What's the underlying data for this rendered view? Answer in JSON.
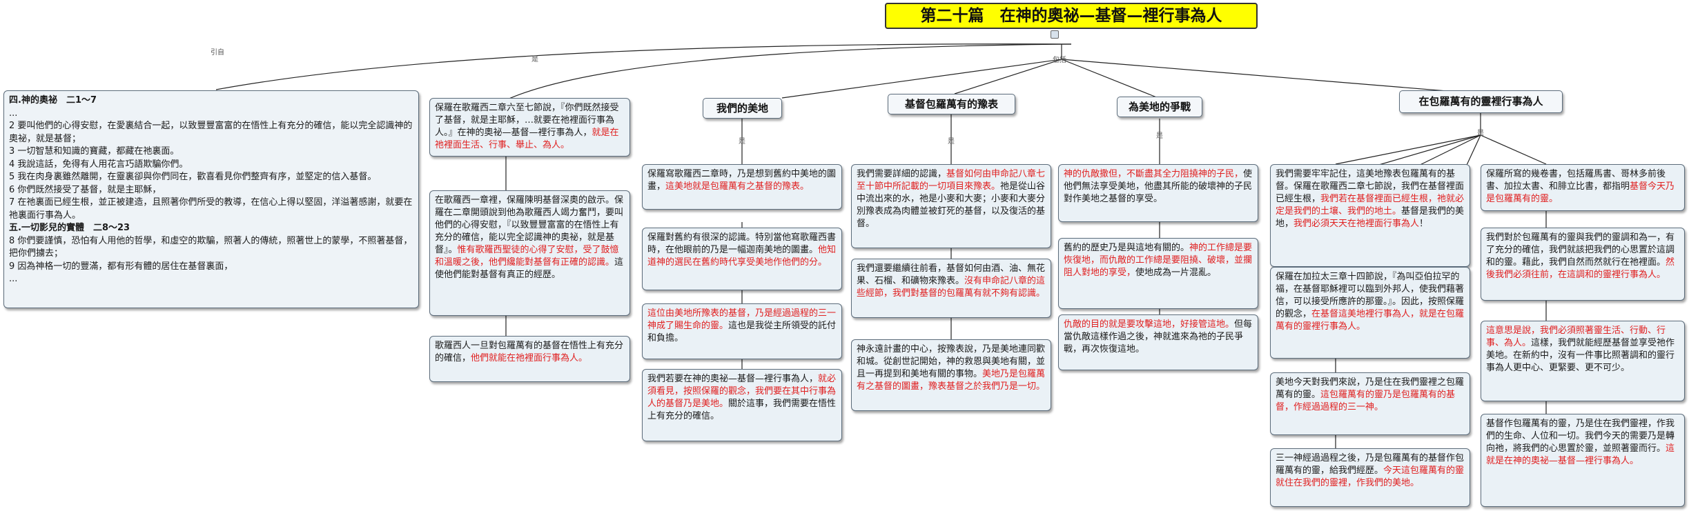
{
  "root": {
    "title": "第二十篇　在神的奧祕—基督—裡行事為人"
  },
  "link_labels": {
    "yinzi": "引自",
    "shi": "是",
    "baokuo": "包括"
  },
  "left_panel": {
    "lines": [
      {
        "t": "四.神的奧祕　二1〜7",
        "b": true
      },
      {
        "t": "..."
      },
      {
        "t": "2 要叫他們的心得安慰，在愛裏結合一起，以致豐豐富富的在悟性上有充分的確信，能以完全認識神的奧祕，就是基督；"
      },
      {
        "t": "3 一切智慧和知識的寶藏，都藏在祂裏面。"
      },
      {
        "t": "4 我說這話，免得有人用花言巧語欺騙你們。"
      },
      {
        "t": "5 我在肉身裏雖然離開，在靈裏卻與你們同在，歡喜看見你們整齊有序，並堅定的信入基督。"
      },
      {
        "t": "6 你們既然接受了基督，就是主耶穌，"
      },
      {
        "t": "7 在祂裏面已經生根，並正被建造，且照著你們所受的教導，在信心上得以堅固，洋溢著感謝，就要在祂裏面行事為人。"
      },
      {
        "t": "五.一切影兒的實體　二8〜23",
        "b": true
      },
      {
        "t": "8 你們要謹慎，恐怕有人用他的哲學，和虛空的欺騙，照著人的傳統，照著世上的蒙學，不照著基督，把你們擄去；"
      },
      {
        "t": "9 因為神格一切的豐滿，都有形有體的居住在基督裏面，"
      },
      {
        "t": "..."
      }
    ]
  },
  "topics": {
    "t1": "我們的美地",
    "t2": "基督包羅萬有的豫表",
    "t3": "為美地的爭戰",
    "t4": "在包羅萬有的靈裡行事為人"
  },
  "notes": {
    "c1a": [
      {
        "t": "保羅在歌羅西二章六至七節說，『你們既然接受了基督，就是主耶穌，…就要在祂裡面行事為人。』在神的奧祕—基督—裡行事為人，"
      },
      {
        "t": "就是在祂裡面生活、行事、舉止、為人。",
        "r": true
      }
    ],
    "c1b": [
      {
        "t": "在歌羅西一章裡，保羅陳明基督深奧的啟示。保羅在二章開頭說到他為歌羅西人竭力奮鬥，要叫他們的心得安慰，『以致豐豐富富的在悟性上有充分的確信，能以完全認識神的奧祕，就是基督』。"
      },
      {
        "t": "惟有歌羅西聖徒的心得了安慰，受了鼓憶和溫暖之後，他們纔能對基督有正確的認識。",
        "r": true
      },
      {
        "t": "這使他們能對基督有真正的經歷。"
      }
    ],
    "c1c": [
      {
        "t": "歌羅西人一旦對包羅萬有的基督在悟性上有充分的確信，"
      },
      {
        "t": "他們就能在祂裡面行事為人。",
        "r": true
      }
    ],
    "c2a": [
      {
        "t": "保羅寫歌羅西二章時，乃是想到舊約中美地的圖畫，"
      },
      {
        "t": "這美地就是包羅萬有之基督的豫表。",
        "r": true
      }
    ],
    "c2b": [
      {
        "t": "保羅對舊約有很深的認識。特別當他寫歌羅西書時，在他眼前的乃是一幅迦南美地的圖畫。"
      },
      {
        "t": "他知道神的選民在舊約時代享受美地作他們的分。",
        "r": true
      }
    ],
    "c2c": [
      {
        "t": "這位由美地所豫表的基督，乃是經過過程的三一神成了賜生命的靈。",
        "r": true
      },
      {
        "t": "這也是我從主所領受的託付和負擔。"
      }
    ],
    "c2d": [
      {
        "t": "我們若要在神的奧祕—基督—裡行事為人，"
      },
      {
        "t": "就必須看見，按照保羅的觀念，我們要在其中行事為人的基督乃是美地。",
        "r": true
      },
      {
        "t": "關於這事，我們需要在悟性上有充分的確信。"
      }
    ],
    "c3a": [
      {
        "t": "我們需要詳細的認識，"
      },
      {
        "t": "基督如何由申命記八章七至十節中所記載的一切項目來豫表。",
        "r": true
      },
      {
        "t": "祂是從山谷中流出來的水，祂是小麥和大麥；小麥和大麥分別豫表成為肉體並被釘死的基督，以及復活的基督。"
      }
    ],
    "c3b": [
      {
        "t": "我們還要繼續往前看，基督如何由酒、油、無花果、石榴、和礦物來豫表。"
      },
      {
        "t": "沒有申命記八章的這些經節，我們對基督的包羅萬有就不夠有認識。",
        "r": true
      }
    ],
    "c3c": [
      {
        "t": "神永遠計畫的中心，按豫表說，乃是美地連同歡和城。從創世記開始，神的救恩與美地有關，並且一再提到和美地有關的事物。"
      },
      {
        "t": "美地乃是包羅萬有之基督的圖畫，豫表基督之於我們乃是一切。",
        "r": true
      }
    ],
    "c4a": [
      {
        "t": "神的仇敵撒但，不斷盡其全力阻撓神的子民，",
        "r": true
      },
      {
        "t": "使他們無法享受美地，他盡其所能的破壞神的子民對作美地之基督的享受。"
      }
    ],
    "c4b": [
      {
        "t": "舊約的歷史乃是與這地有關的。"
      },
      {
        "t": "神的工作總是要恢復地，而仇敵的工作總是要阻撓、破壞，並攔阻人對地的享受，",
        "r": true
      },
      {
        "t": "使地成為一片混亂。"
      }
    ],
    "c4c": [
      {
        "t": "仇敵的目的就是要攻擊這地，好接管這地。",
        "r": true
      },
      {
        "t": "但每當仇敵這樣作過之後，神就進來為祂的子民爭戰，再次恢復這地。"
      }
    ],
    "c5a": [
      {
        "t": "我們需要牢牢記住，這美地豫表包羅萬有的基督。保羅在歌羅西二章七節說，我們在基督裡面已經生根，"
      },
      {
        "t": "我們若在基督裡面已經生根，祂就必定是我們的土壤、我們的地土。",
        "r": true
      },
      {
        "t": "基督是我們的美地，"
      },
      {
        "t": "我們必須天天在祂裡面行事為人",
        "r": true
      },
      {
        "t": "！"
      }
    ],
    "c5b": [
      {
        "t": "保羅在加拉太三章十四節說，『為叫亞伯拉罕的福，在基督耶穌裡可以臨到外邦人，使我們藉著信，可以接受所應許的那靈。』。因此，按照保羅的觀念，"
      },
      {
        "t": "在基督這美地裡行事為人，就是在包羅萬有的靈裡行事為人。",
        "r": true
      }
    ],
    "c5c": [
      {
        "t": "美地今天對我們來說，乃是住在我們靈裡之包羅萬有的靈。"
      },
      {
        "t": "這包羅萬有的靈乃是包羅萬有的基督，作經過過程的三一神。",
        "r": true
      }
    ],
    "c5d": [
      {
        "t": "三一神經過過程之後，乃是包羅萬有的基督作包羅萬有的靈，給我們經歷。"
      },
      {
        "t": "今天這包羅萬有的靈就住在我們的靈裡，作我們的美地。",
        "r": true
      }
    ],
    "c6a": [
      {
        "t": "保羅所寫的幾卷書，包括羅馬書、哥林多前後書、加拉太書、和腓立比書，都指明"
      },
      {
        "t": "基督今天乃是包羅萬有的靈。",
        "r": true
      }
    ],
    "c6b": [
      {
        "t": "我們對於包羅萬有的靈與我們的靈調和為一，有了充分的確信，我們就該把我們的心思置於這調和的靈。藉此，我們自然而然就行在祂裡面。"
      },
      {
        "t": "然後我們必須往前，在這調和的靈裡行事為人。",
        "r": true
      }
    ],
    "c6c": [
      {
        "t": "這意思是說，我們必須照著靈生活、行動、行事、為人。",
        "r": true
      },
      {
        "t": "這樣，我們就能經歷基督並享受祂作美地。在新約中，沒有一件事比照著調和的靈行事為人更中心、更緊要、更不可少。"
      }
    ],
    "c6d": [
      {
        "t": "基督作包羅萬有的靈，乃是住在我們靈裡，作我們的生命、人位和一切。我們今天的需要乃是轉向祂，將我們的心思置於靈，並照著靈而行。"
      },
      {
        "t": "這就是在神的奧祕—基督—裡行事為人。",
        "r": true
      }
    ]
  }
}
